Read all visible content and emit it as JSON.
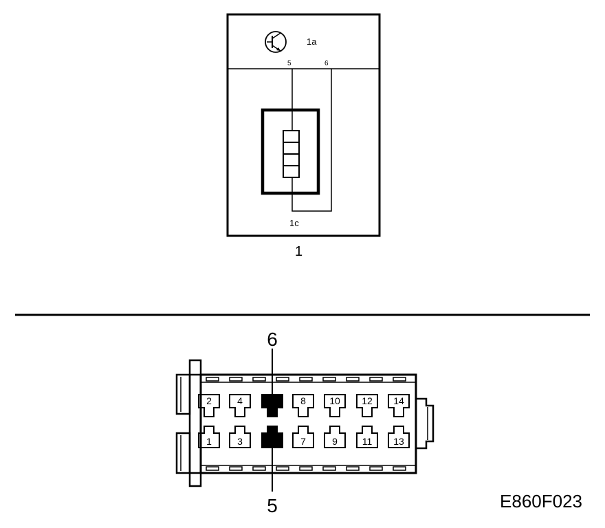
{
  "module": {
    "sub_upper_label": "1a",
    "sub_lower_label": "1c",
    "pin_a": "5",
    "pin_b": "6",
    "caption": "1"
  },
  "connector": {
    "callout_top": "6",
    "callout_bottom": "5",
    "top_row_pins": [
      "2",
      "4",
      "",
      "8",
      "10",
      "12",
      "14"
    ],
    "bottom_row_pins": [
      "1",
      "3",
      "",
      "7",
      "9",
      "11",
      "13"
    ]
  },
  "figure_code": "E860F023"
}
